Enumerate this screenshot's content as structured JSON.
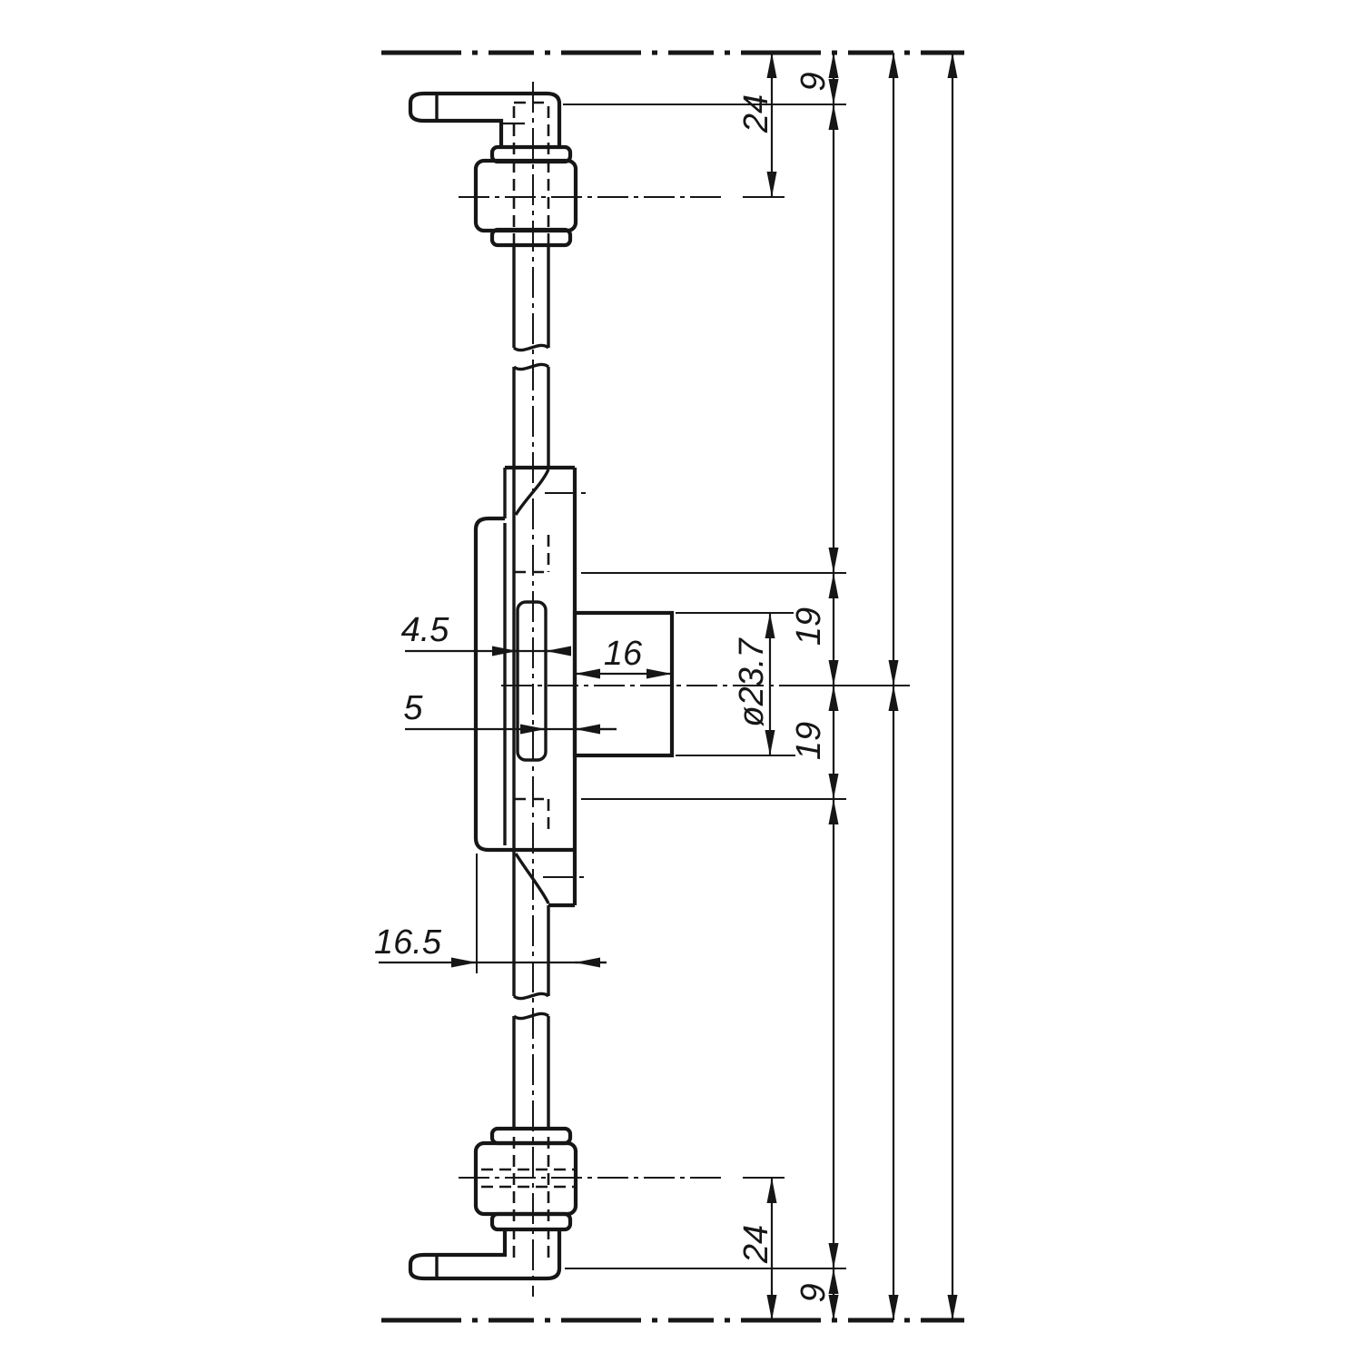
{
  "drawing": {
    "background_color": "#ffffff",
    "ink_color": "#161616",
    "dimensions": {
      "top_rod_offset": "9",
      "top_pivot_to_bushing": "24",
      "case_top_to_center": "19",
      "case_center_to_bottom": "19",
      "bushing_diameter": "ø23.7",
      "bottom_pivot_to_bushing": "24",
      "bottom_rod_offset": "9",
      "slot_width": "4.5",
      "nose_width": "16",
      "rod_edge_gap": "5",
      "case_depth": "16.5"
    }
  }
}
